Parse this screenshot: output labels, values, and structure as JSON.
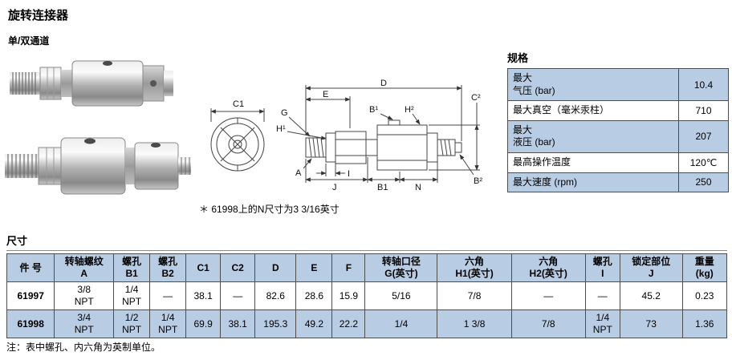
{
  "page": {
    "title": "旋转连接器",
    "subtitle": "单/双通道",
    "footer_note": "注：表中螺孔、内六角为英制单位。",
    "highlight_color": "#b8cce4"
  },
  "drawing": {
    "note": "＊ 61998上的N尺寸为3 3/16英寸",
    "labels": {
      "c1": "C1",
      "g": "G",
      "h1": "H¹",
      "e": "E",
      "d": "D",
      "c2": "C²",
      "h2": "H²",
      "b1": "B¹",
      "b2": "B²",
      "a": "A",
      "i": "I",
      "j": "J",
      "b1_dim": "B1",
      "n": "N"
    }
  },
  "spec_table": {
    "heading": "规格",
    "rows": [
      {
        "label": "最大\n气压 (bar)",
        "value": "10.4"
      },
      {
        "label": "最大真空（毫米汞柱）",
        "value": "710"
      },
      {
        "label": "最大\n液压 (bar)",
        "value": "207"
      },
      {
        "label": "最高操作温度",
        "value": "120℃"
      },
      {
        "label": "最大速度 (rpm)",
        "value": "250"
      }
    ]
  },
  "dim_table": {
    "heading": "尺寸",
    "headers": [
      "件 号",
      "转轴螺纹\nA",
      "螺孔\nB1",
      "螺孔\nB2",
      "C1",
      "C2",
      "D",
      "E",
      "F",
      "转轴口径\nG(英寸)",
      "六角\nH1(英寸)",
      "六角\nH2(英寸)",
      "螺孔\nI",
      "锁定部位\nJ",
      "重量\n(kg)"
    ],
    "rows": [
      {
        "cells": [
          "61997",
          "3/8\nNPT",
          "1/4\nNPT",
          "—",
          "38.1",
          "—",
          "82.6",
          "28.6",
          "15.9",
          "5/16",
          "7/8",
          "—",
          "—",
          "45.2",
          "0.23"
        ]
      },
      {
        "cells": [
          "61998",
          "3/4\nNPT",
          "1/2\nNPT",
          "1/4\nNPT",
          "69.9",
          "38.1",
          "195.3",
          "49.2",
          "22.2",
          "1/4",
          "1 3/8",
          "7/8",
          "1/4\nNPT",
          "73",
          "1.36"
        ]
      }
    ]
  }
}
